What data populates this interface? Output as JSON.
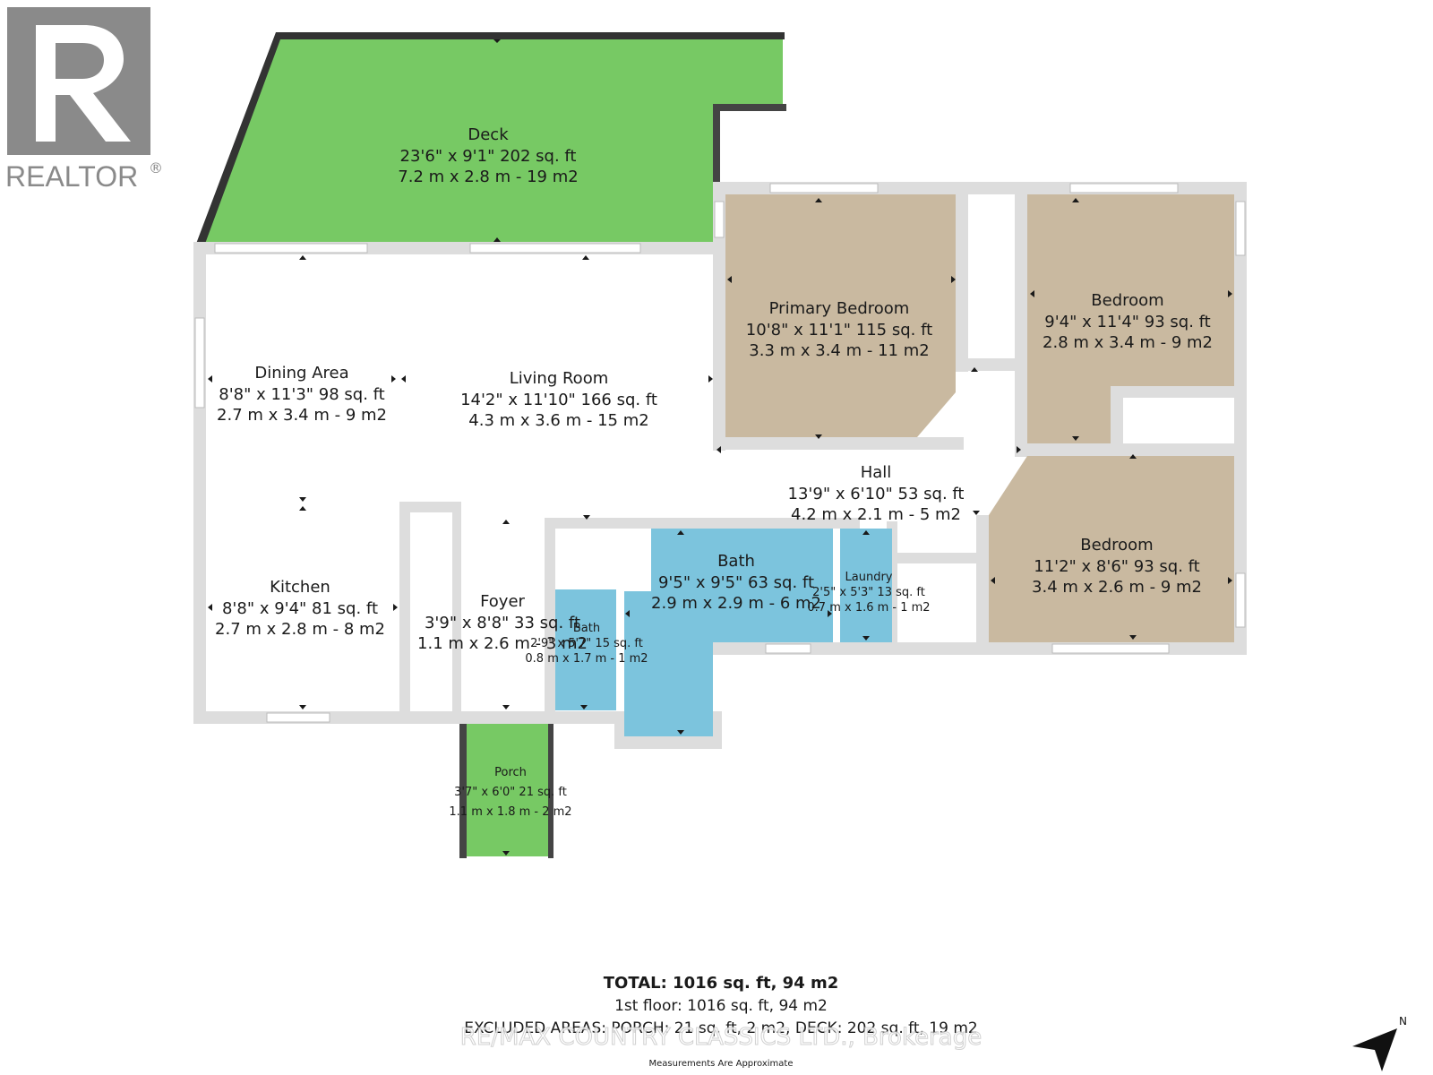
{
  "logo": {
    "text": "REALTOR",
    "mark": "®"
  },
  "rooms": {
    "deck": {
      "title": "Deck",
      "imperial": "23'6\" x 9'1\" 202 sq. ft",
      "metric": "7.2 m x 2.8 m - 19 m2"
    },
    "dining": {
      "title": "Dining Area",
      "imperial": "8'8\" x 11'3\" 98 sq. ft",
      "metric": "2.7 m x 3.4 m - 9 m2"
    },
    "living": {
      "title": "Living Room",
      "imperial": "14'2\" x 11'10\" 166 sq. ft",
      "metric": "4.3 m x 3.6 m - 15 m2"
    },
    "primary_bedroom": {
      "title": "Primary Bedroom",
      "imperial": "10'8\" x 11'1\" 115 sq. ft",
      "metric": "3.3 m x 3.4 m - 11 m2"
    },
    "bedroom2": {
      "title": "Bedroom",
      "imperial": "9'4\" x 11'4\" 93 sq. ft",
      "metric": "2.8 m x 3.4 m - 9 m2"
    },
    "hall": {
      "title": "Hall",
      "imperial": "13'9\" x 6'10\" 53 sq. ft",
      "metric": "4.2 m x 2.1 m - 5 m2"
    },
    "bedroom3": {
      "title": "Bedroom",
      "imperial": "11'2\" x 8'6\" 93 sq. ft",
      "metric": "3.4 m x 2.6 m - 9 m2"
    },
    "kitchen": {
      "title": "Kitchen",
      "imperial": "8'8\" x 9'4\" 81 sq. ft",
      "metric": "2.7 m x 2.8 m - 8 m2"
    },
    "foyer": {
      "title": "Foyer",
      "imperial": "3'9\" x 8'8\" 33 sq. ft",
      "metric": "1.1 m x 2.6 m - 3 m2"
    },
    "bath_main": {
      "title": "Bath",
      "imperial": "9'5\" x 9'5\" 63 sq. ft",
      "metric": "2.9 m x 2.9 m - 6 m2"
    },
    "bath_small": {
      "title": "Bath",
      "imperial": "2'9\" x 5'7\" 15 sq. ft",
      "metric": "0.8 m x 1.7 m - 1 m2"
    },
    "laundry": {
      "title": "Laundry",
      "imperial": "2'5\" x 5'3\" 13 sq. ft",
      "metric": "0.7 m x 1.6 m - 1 m2"
    },
    "porch": {
      "title": "Porch",
      "imperial": "3'7\" x 6'0\" 21 sq. ft",
      "metric": "1.1 m x 1.8 m - 2 m2"
    }
  },
  "summary": {
    "total": "TOTAL: 1016 sq. ft, 94 m2",
    "floor": "1st floor: 1016 sq. ft, 94 m2",
    "excluded": "EXCLUDED AREAS: PORCH: 21 sq. ft, 2 m2, DECK: 202 sq. ft, 19 m2",
    "note": "Measurements Are Approximate"
  },
  "watermark": "RE/MAX COUNTRY CLASSICS LTD., Brokerage",
  "compass": {
    "label": "N"
  },
  "colors": {
    "outdoor": "#77c964",
    "bedroom": "#c9b9a0",
    "wet_room": "#7cc4dd",
    "wall": "#dddddd",
    "logo": "#8a8a8a"
  }
}
